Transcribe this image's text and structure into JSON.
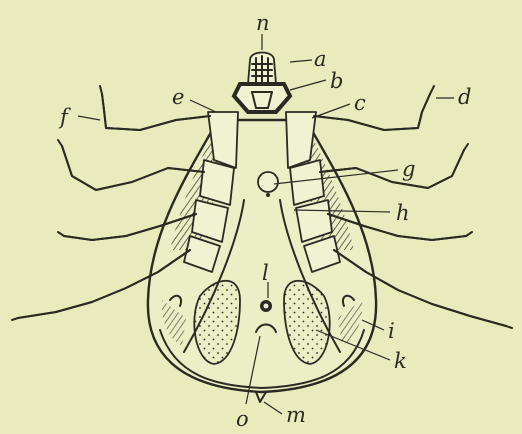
{
  "figure": {
    "background": "#e9ebbc",
    "ink": "#2a2a22",
    "labels": {
      "n": "n",
      "a": "a",
      "b": "b",
      "d": "d",
      "e": "e",
      "c": "c",
      "f": "f",
      "g": "g",
      "h": "h",
      "l": "l",
      "i": "i",
      "k": "k",
      "o": "o",
      "m": "m"
    }
  }
}
